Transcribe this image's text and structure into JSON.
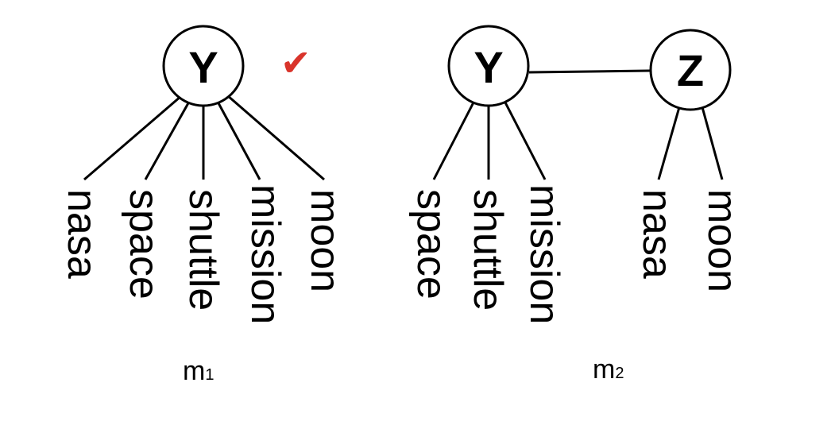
{
  "colors": {
    "line": "#000000",
    "check": "#d9342b"
  },
  "model1": {
    "node": "Y",
    "words": [
      "nasa",
      "space",
      "shuttle",
      "mission",
      "moon"
    ],
    "label_main": "m",
    "label_sub": "1",
    "check_icon": "✔"
  },
  "model2": {
    "node_left": "Y",
    "node_right": "Z",
    "words_left": [
      "space",
      "shuttle",
      "mission"
    ],
    "words_right": [
      "nasa",
      "moon"
    ],
    "label_main": "m",
    "label_sub": "2"
  }
}
